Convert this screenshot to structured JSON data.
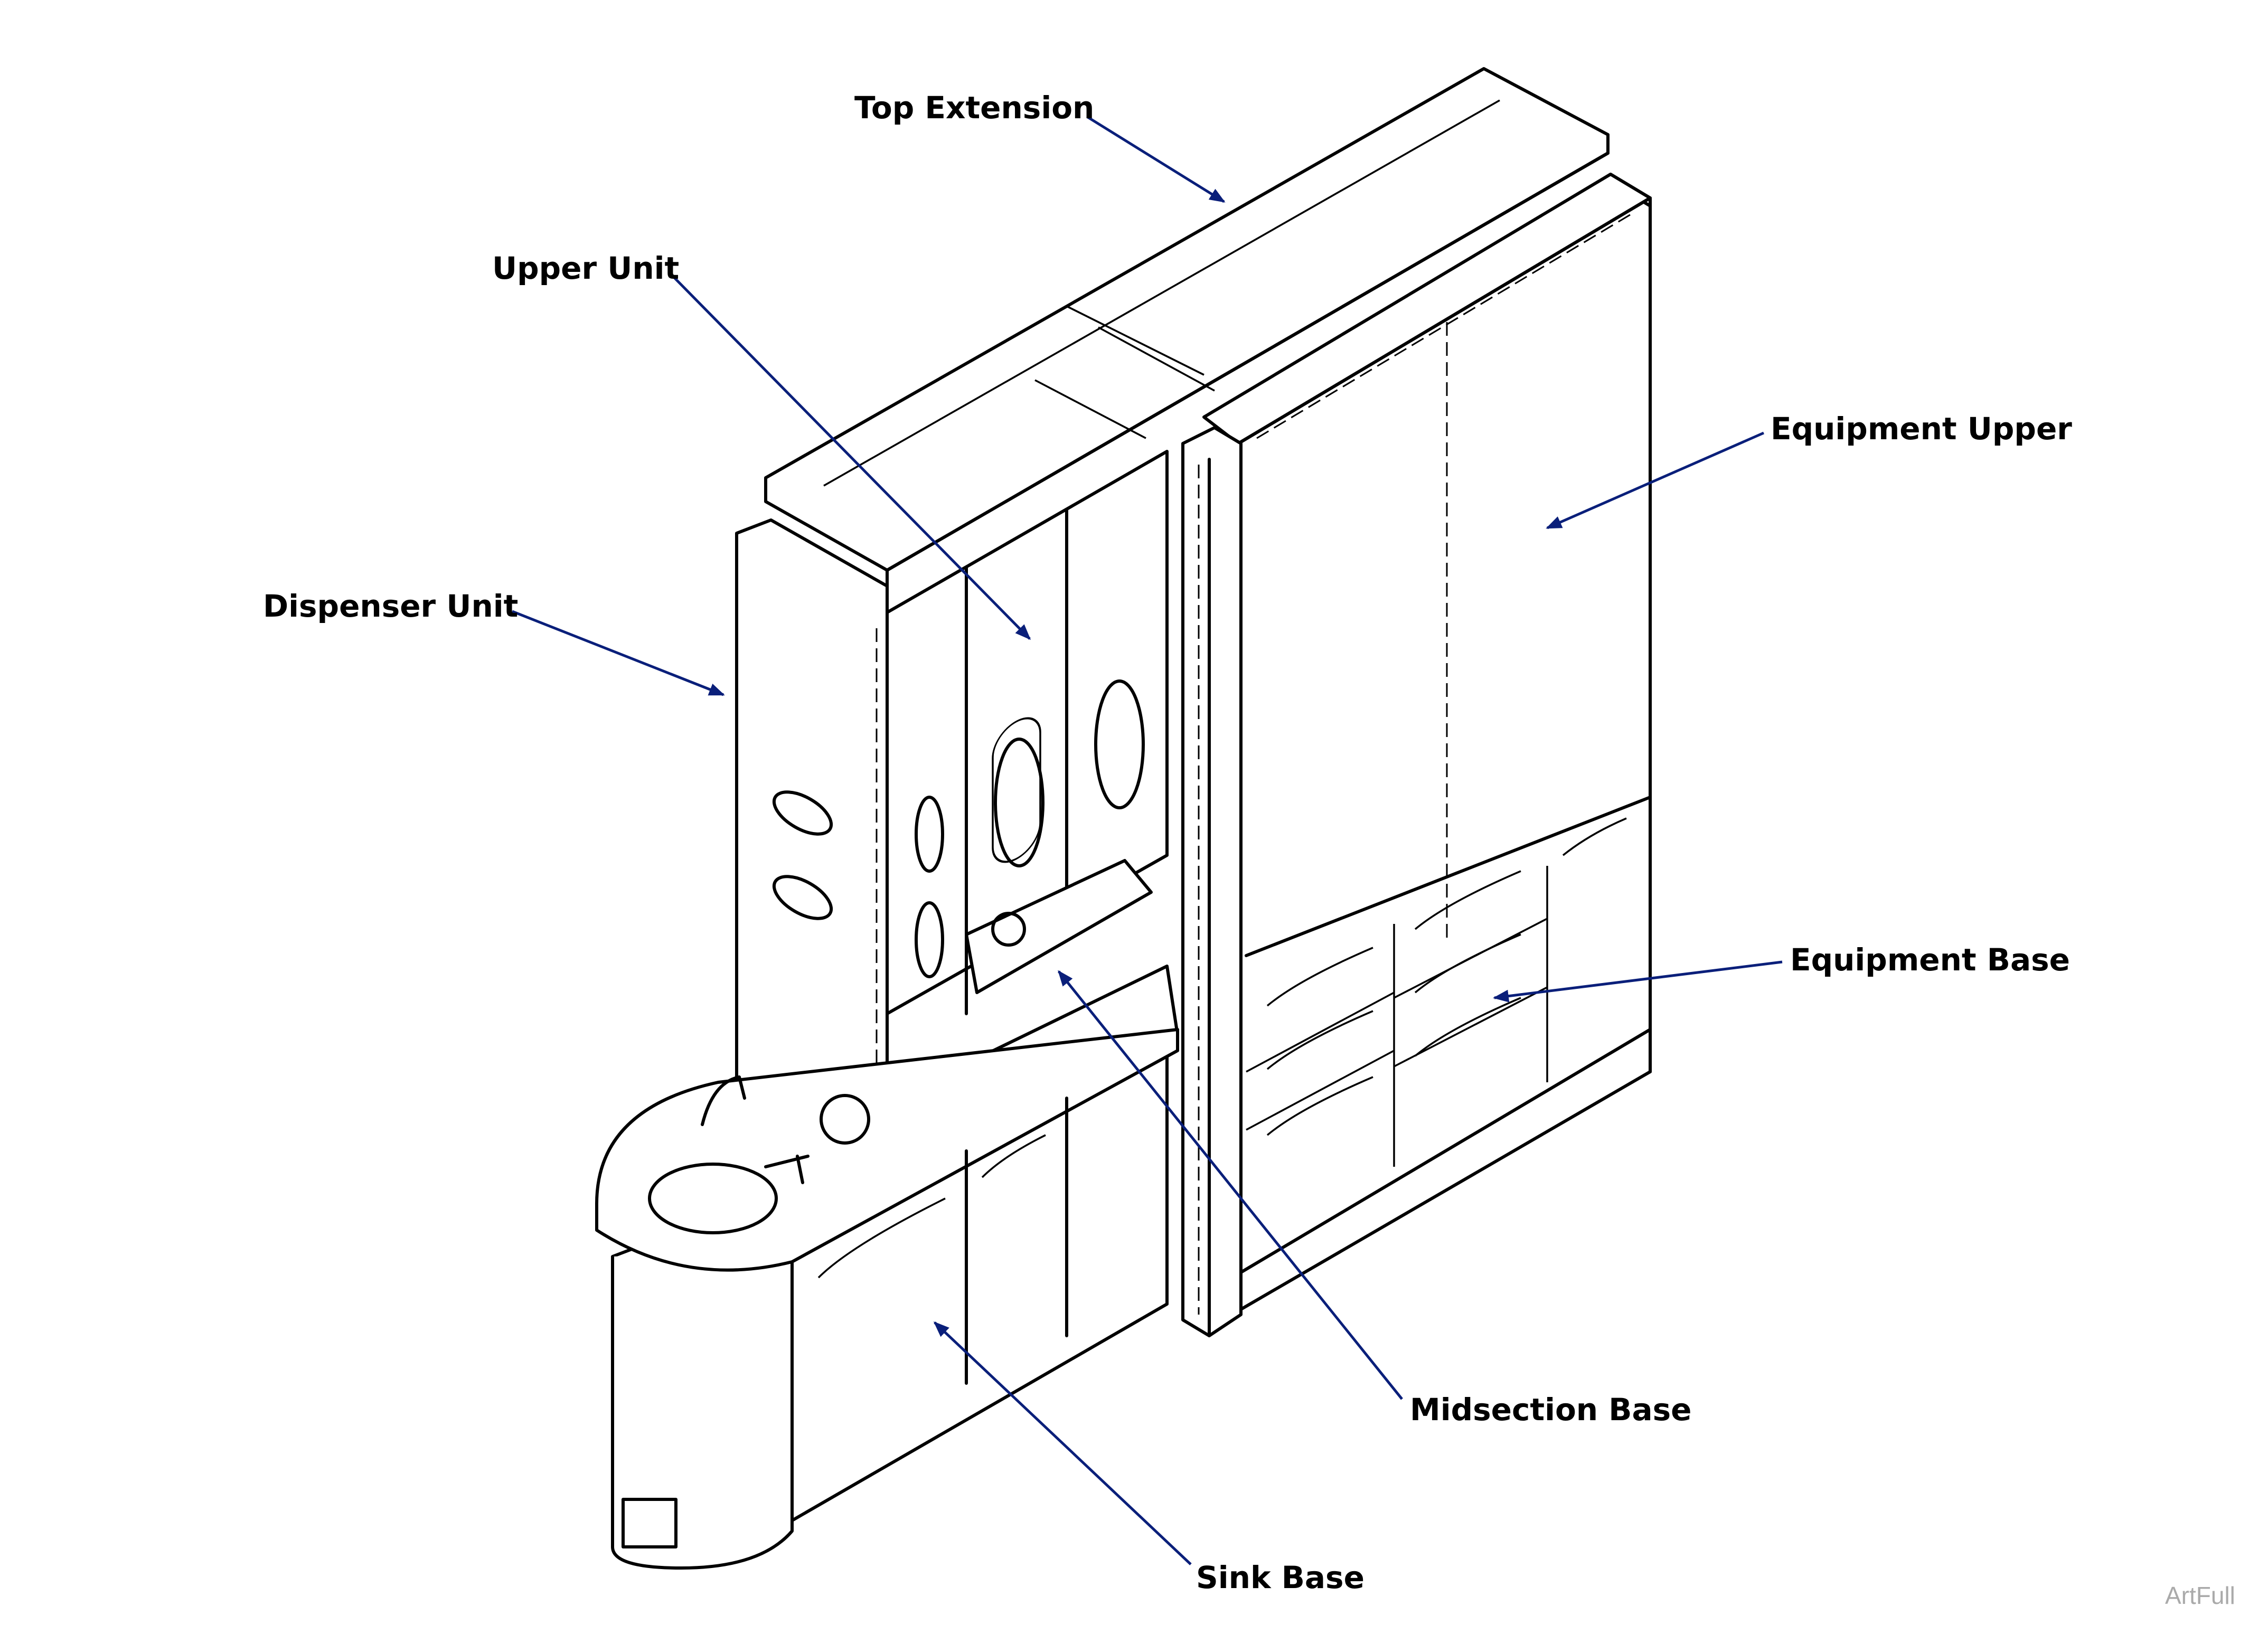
{
  "labels": {
    "top_extension": "Top Extension",
    "upper_unit": "Upper Unit",
    "dispenser_unit": "Dispenser Unit",
    "equipment_upper": "Equipment Upper",
    "equipment_base": "Equipment Base",
    "midsection_base": "Midsection Base",
    "sink_base": "Sink Base"
  },
  "watermark": "ArtFull",
  "colors": {
    "leader": "#0a1f7a",
    "line": "#000000",
    "watermark": "#aaaaaa"
  }
}
